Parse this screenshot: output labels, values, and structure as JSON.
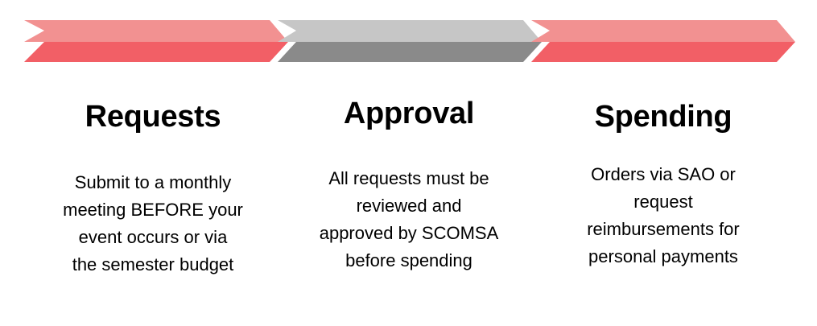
{
  "colors": {
    "pink_light": "#f29191",
    "pink_dark": "#f25f66",
    "gray_light": "#c6c6c6",
    "gray_dark": "#8a8a8a",
    "text": "#000000",
    "background": "#ffffff"
  },
  "steps": [
    {
      "title": "Requests",
      "description": [
        "Submit to a monthly",
        "meeting BEFORE your",
        "event occurs or via",
        "the semester budget"
      ],
      "color_top": "#f29191",
      "color_bottom": "#f25f66"
    },
    {
      "title": "Approval",
      "description": [
        "All requests must be",
        "reviewed and",
        "approved by SCOMSA",
        "before spending"
      ],
      "color_top": "#c6c6c6",
      "color_bottom": "#8a8a8a"
    },
    {
      "title": "Spending",
      "description": [
        "Orders via SAO or",
        "request",
        "reimbursements for",
        "personal payments"
      ],
      "color_top": "#f29191",
      "color_bottom": "#f25f66"
    }
  ]
}
